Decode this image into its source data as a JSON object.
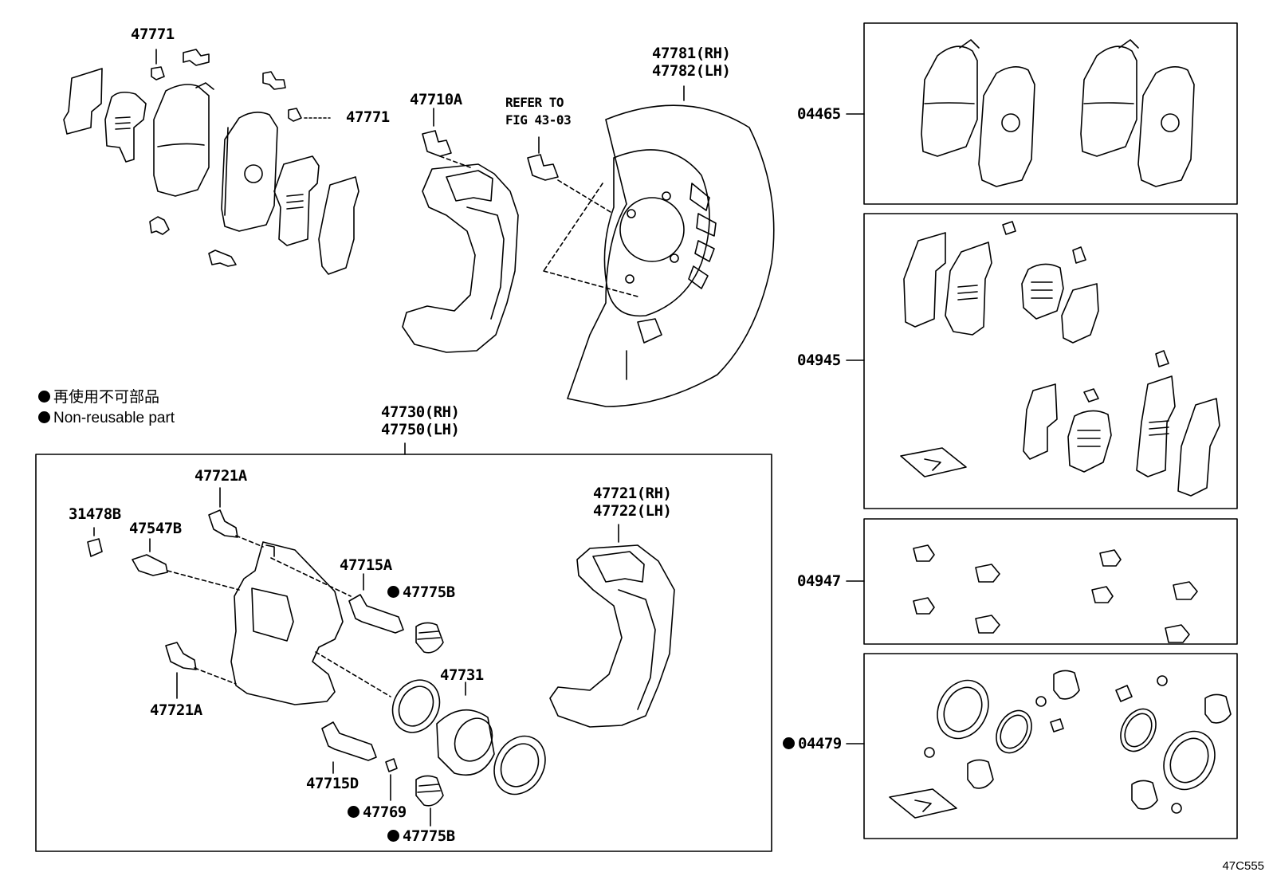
{
  "legend": {
    "jp": "再使用不可部品",
    "en": "Non-reusable part"
  },
  "labels": {
    "p47771_top": "47771",
    "p47771_right": "47771",
    "p47710A": "47710A",
    "refer_line1": "REFER TO",
    "refer_line2": "FIG 43-03",
    "p47781": "47781(RH)",
    "p47782": "47782(LH)",
    "p47730": "47730(RH)",
    "p47750": "47750(LH)",
    "p47721A_top": "47721A",
    "p31478B": "31478B",
    "p47547B": "47547B",
    "p47715A": "47715A",
    "p47775B_top": "47775B",
    "p47731": "47731",
    "p47721A_bottom": "47721A",
    "p47715D": "47715D",
    "p47769": "47769",
    "p47775B_bottom": "47775B",
    "p47721": "47721(RH)",
    "p47722": "47722(LH)",
    "k04465": "04465",
    "k04945": "04945",
    "k04947": "04947",
    "k04479": "04479"
  },
  "figure_code": "47C555"
}
